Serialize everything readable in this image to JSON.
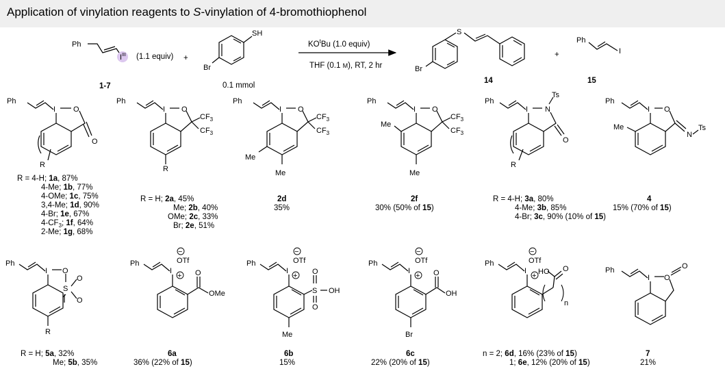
{
  "title": {
    "prefix": "Application of vinylation reagents to ",
    "italic": "S",
    "suffix": "-vinylation of 4-bromothiophenol"
  },
  "atoms": {
    "Ph": "Ph",
    "I": "I",
    "O": "O",
    "N": "N",
    "S": "S",
    "SH": "SH",
    "Br": "Br",
    "R": "R",
    "Me": "Me",
    "Ts": "Ts",
    "CF3": "CF",
    "CF3_sub": "3",
    "OTf": "OTf",
    "OMe": "OMe",
    "OH": "OH",
    "HO": "HO",
    "n": "n",
    "iodane": "I",
    "iodane_sup": "III",
    "plus_circle": "+",
    "minus_circle": "−"
  },
  "scheme": {
    "reagent_equiv": "(1.1 equiv)",
    "reagent_label": "1-7",
    "plus": "+",
    "thiol_amount": "0.1 mmol",
    "conditions_top_1": "KO",
    "conditions_top_sup": "t",
    "conditions_top_2": "Bu (1.0 equiv)",
    "conditions_bottom_1": "THF (0.1 ",
    "conditions_bottom_M": "M",
    "conditions_bottom_2": "), RT, 2 hr",
    "product_label": "14",
    "byproduct_label": "15"
  },
  "entries": {
    "e1": [
      "R = 4-H; ",
      "1a",
      ", 87%",
      "4-Me; ",
      "1b",
      ", 77%",
      "4-OMe; ",
      "1c",
      ", 75%",
      "3,4-Me; ",
      "1d",
      ", 90%",
      "4-Br; ",
      "1e",
      ", 67%",
      "4-CF",
      "3",
      "; ",
      "1f",
      ", 64%",
      "2-Me; ",
      "1g",
      ", 68%"
    ],
    "e2": [
      "R = H; ",
      "2a",
      ", 45%",
      "Me; ",
      "2b",
      ", 40%",
      "OMe; ",
      "2c",
      ", 33%",
      "Br; ",
      "2e",
      ", 51%"
    ],
    "e3": [
      "2d",
      "35%"
    ],
    "e4": [
      "2f",
      "30% (50% of ",
      "15",
      ")"
    ],
    "e5": [
      "R = 4-H; ",
      "3a",
      ", 80%",
      "4-Me; ",
      "3b",
      ", 85%",
      "4-Br; ",
      "3c",
      ", 90% (10% of ",
      "15",
      ")"
    ],
    "e6": [
      "4",
      "15% (70% of ",
      "15",
      ")"
    ],
    "e7": [
      "R = H; ",
      "5a",
      ", 32%",
      "Me; ",
      "5b",
      ", 35%"
    ],
    "e8": [
      "6a",
      "36% (22% of ",
      "15",
      ")"
    ],
    "e9": [
      "6b",
      "15%"
    ],
    "e10": [
      "6c",
      "22% (20% of ",
      "15",
      ")"
    ],
    "e11": [
      "n = 2; ",
      "6d",
      ", 16% (23% of ",
      "15",
      ")",
      "1; ",
      "6e",
      ", 12% (20% of ",
      "15",
      ")"
    ],
    "e12": [
      "7",
      "21%"
    ]
  }
}
